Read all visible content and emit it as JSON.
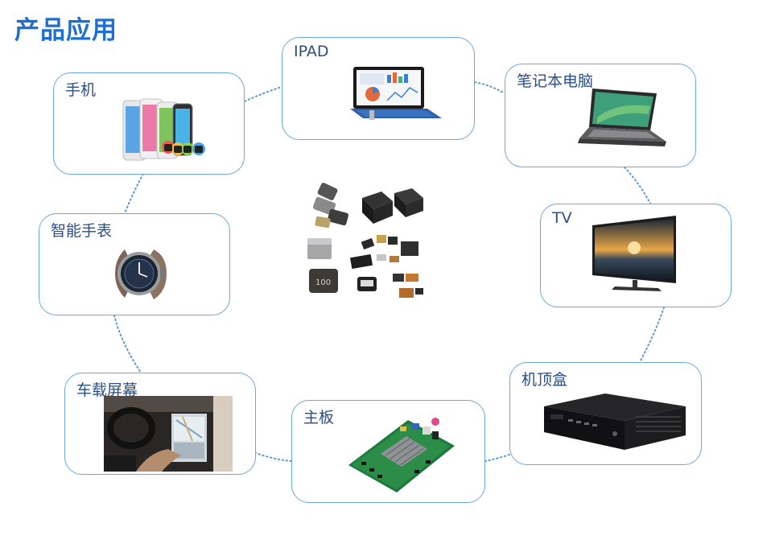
{
  "page": {
    "title": "产品应用"
  },
  "applications": [
    {
      "key": "phone",
      "label": "手机",
      "icon": "smartphones-icon"
    },
    {
      "key": "ipad",
      "label": "IPAD",
      "icon": "tablet-icon"
    },
    {
      "key": "laptop",
      "label": "笔记本电脑",
      "icon": "laptop-icon"
    },
    {
      "key": "watch",
      "label": "智能手表",
      "icon": "smartwatch-icon"
    },
    {
      "key": "tv",
      "label": "TV",
      "icon": "television-icon"
    },
    {
      "key": "car",
      "label": "车载屏幕",
      "icon": "car-dashboard-screen-icon"
    },
    {
      "key": "mainboard",
      "label": "主板",
      "icon": "motherboard-icon"
    },
    {
      "key": "stb",
      "label": "机顶盒",
      "icon": "set-top-box-icon"
    }
  ],
  "center": {
    "icon": "power-inductor-components-icon"
  },
  "colors": {
    "title": "#1f6fd0",
    "border": "#6aa8de",
    "connector": "#5b9bd5",
    "label": "#2a4f86"
  }
}
